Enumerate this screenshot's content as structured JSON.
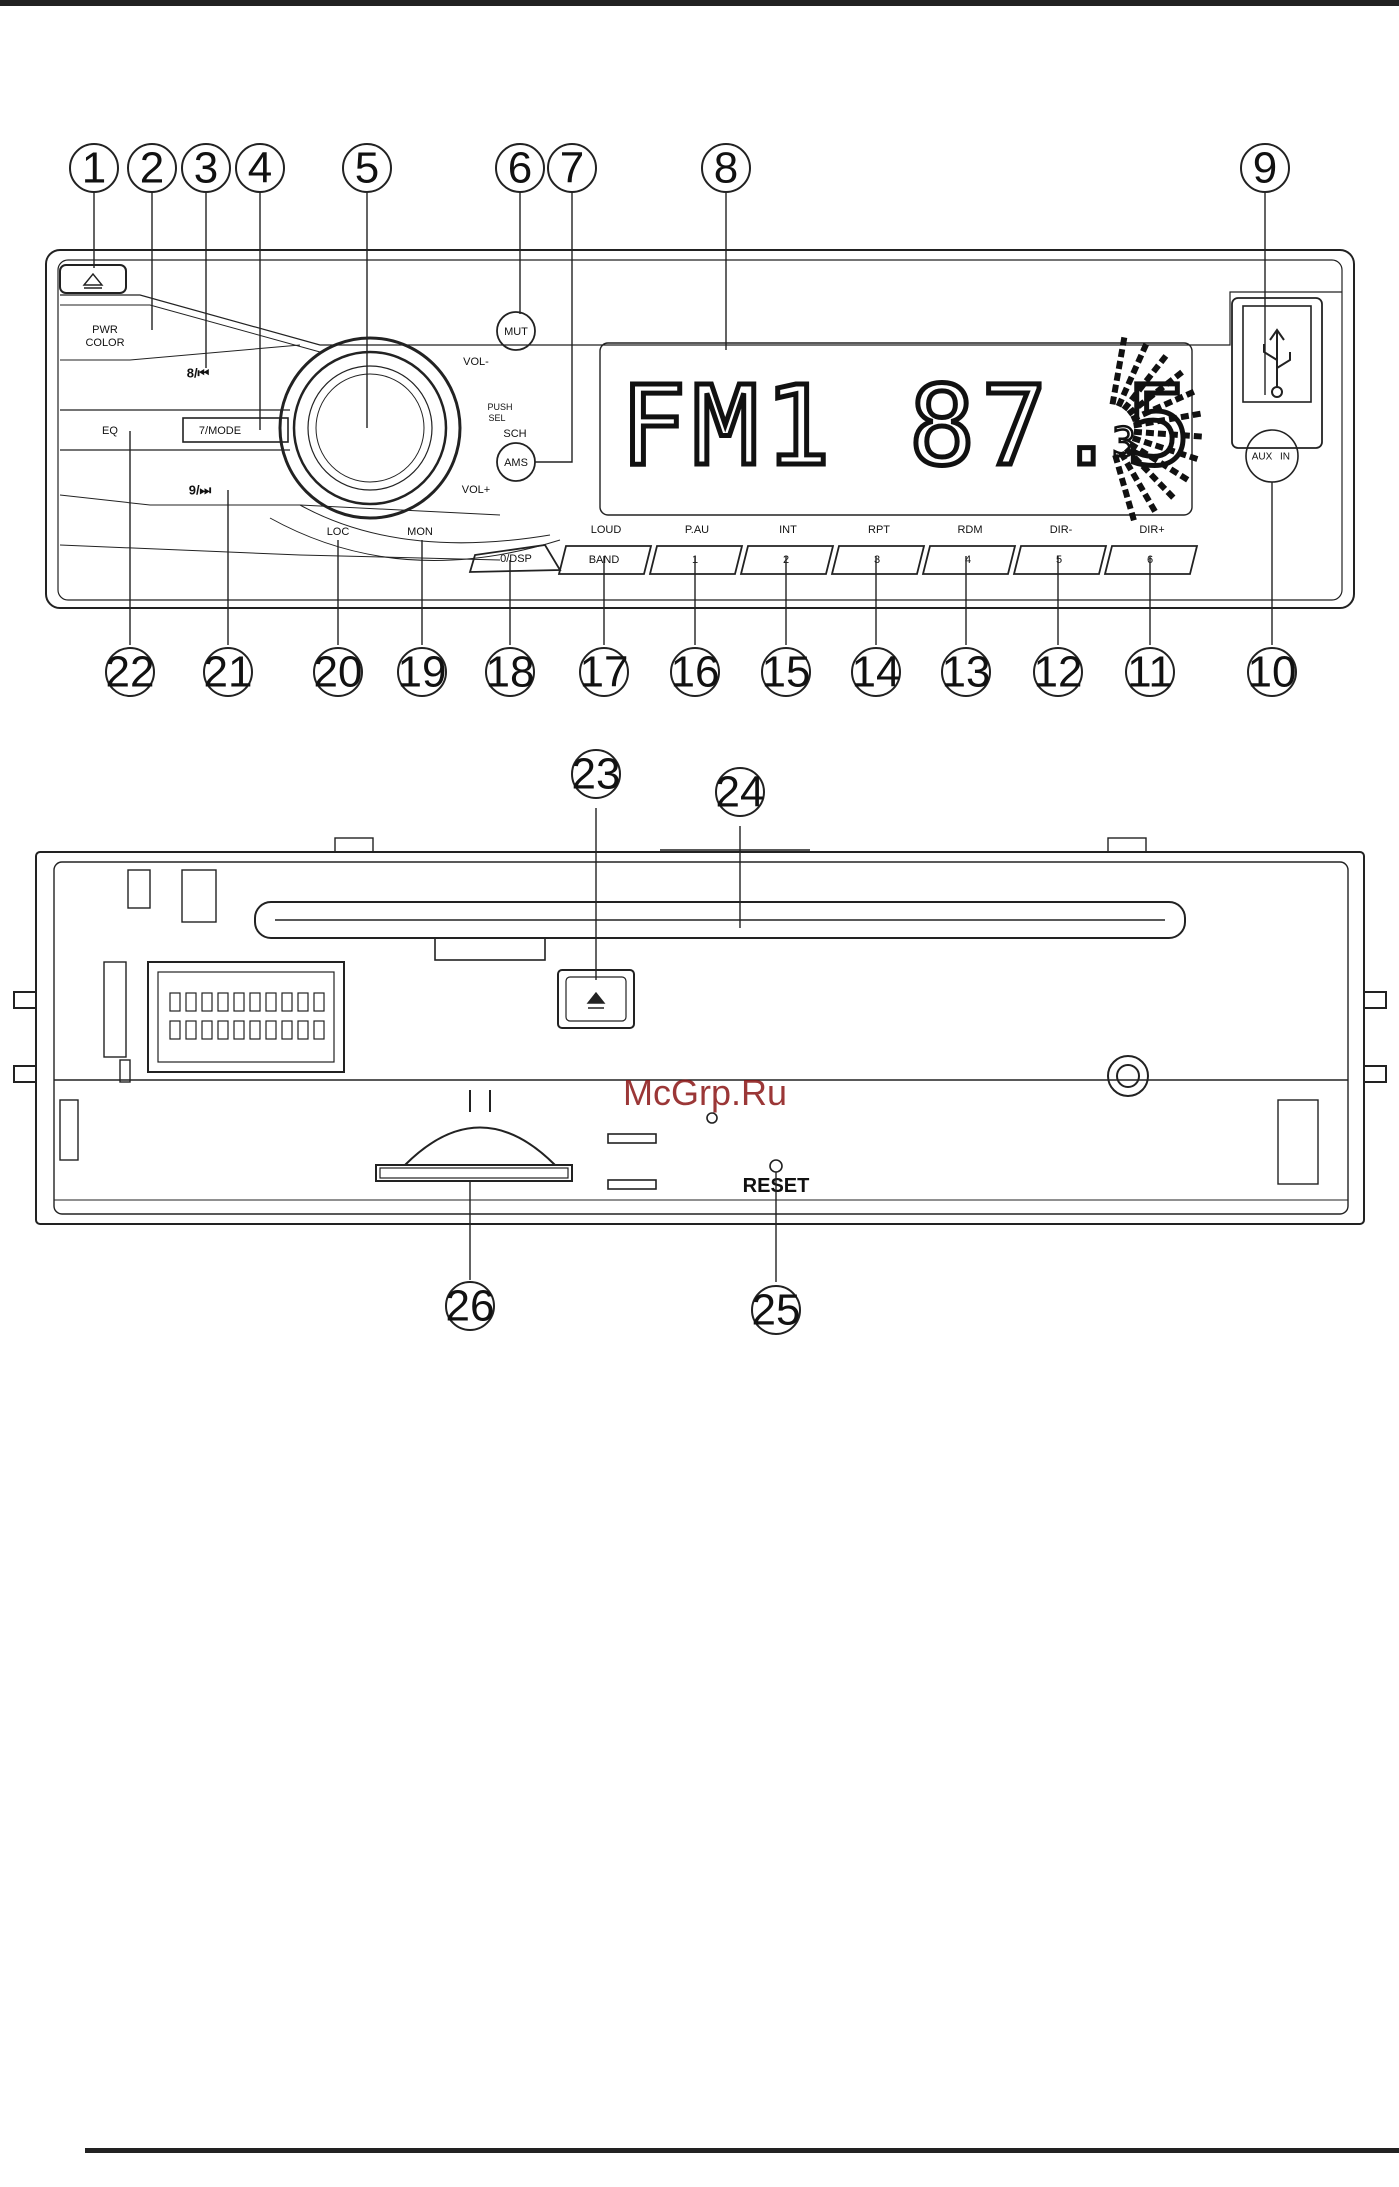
{
  "front_panel": {
    "pwr_label_line1": "PWR",
    "pwr_label_line2": "COLOR",
    "prev_label": "8/⏮",
    "mode_label": "7/MODE",
    "eq_label": "EQ",
    "next_label": "9/⏭",
    "mut_label": "MUT",
    "ams_label": "AMS",
    "sch_label": "SCH",
    "vol_minus_label": "VOL-",
    "vol_plus_label": "VOL+",
    "push_label": "PUSH",
    "sel_label": "SEL",
    "loc_label": "LOC",
    "mon_label": "MON",
    "dsp_label": "0/DSP",
    "band_label": "BAND",
    "aux_label": "AUX",
    "in_label": "IN",
    "display_text": "FM1  87.5",
    "display_sub": "3",
    "presets": [
      {
        "top": "LOUD",
        "label": "BAND"
      },
      {
        "top": "P.AU",
        "label": "1"
      },
      {
        "top": "INT",
        "label": "2"
      },
      {
        "top": "RPT",
        "label": "3"
      },
      {
        "top": "RDM",
        "label": "4"
      },
      {
        "top": "DIR-",
        "label": "5"
      },
      {
        "top": "DIR+",
        "label": "6"
      }
    ]
  },
  "callouts": [
    "1",
    "2",
    "3",
    "4",
    "5",
    "6",
    "7",
    "8",
    "9",
    "10",
    "11",
    "12",
    "13",
    "14",
    "15",
    "16",
    "17",
    "18",
    "19",
    "20",
    "21",
    "22",
    "23",
    "24",
    "25",
    "26"
  ],
  "chassis": {
    "reset_label": "RESET",
    "watermark": "McGrp.Ru"
  }
}
